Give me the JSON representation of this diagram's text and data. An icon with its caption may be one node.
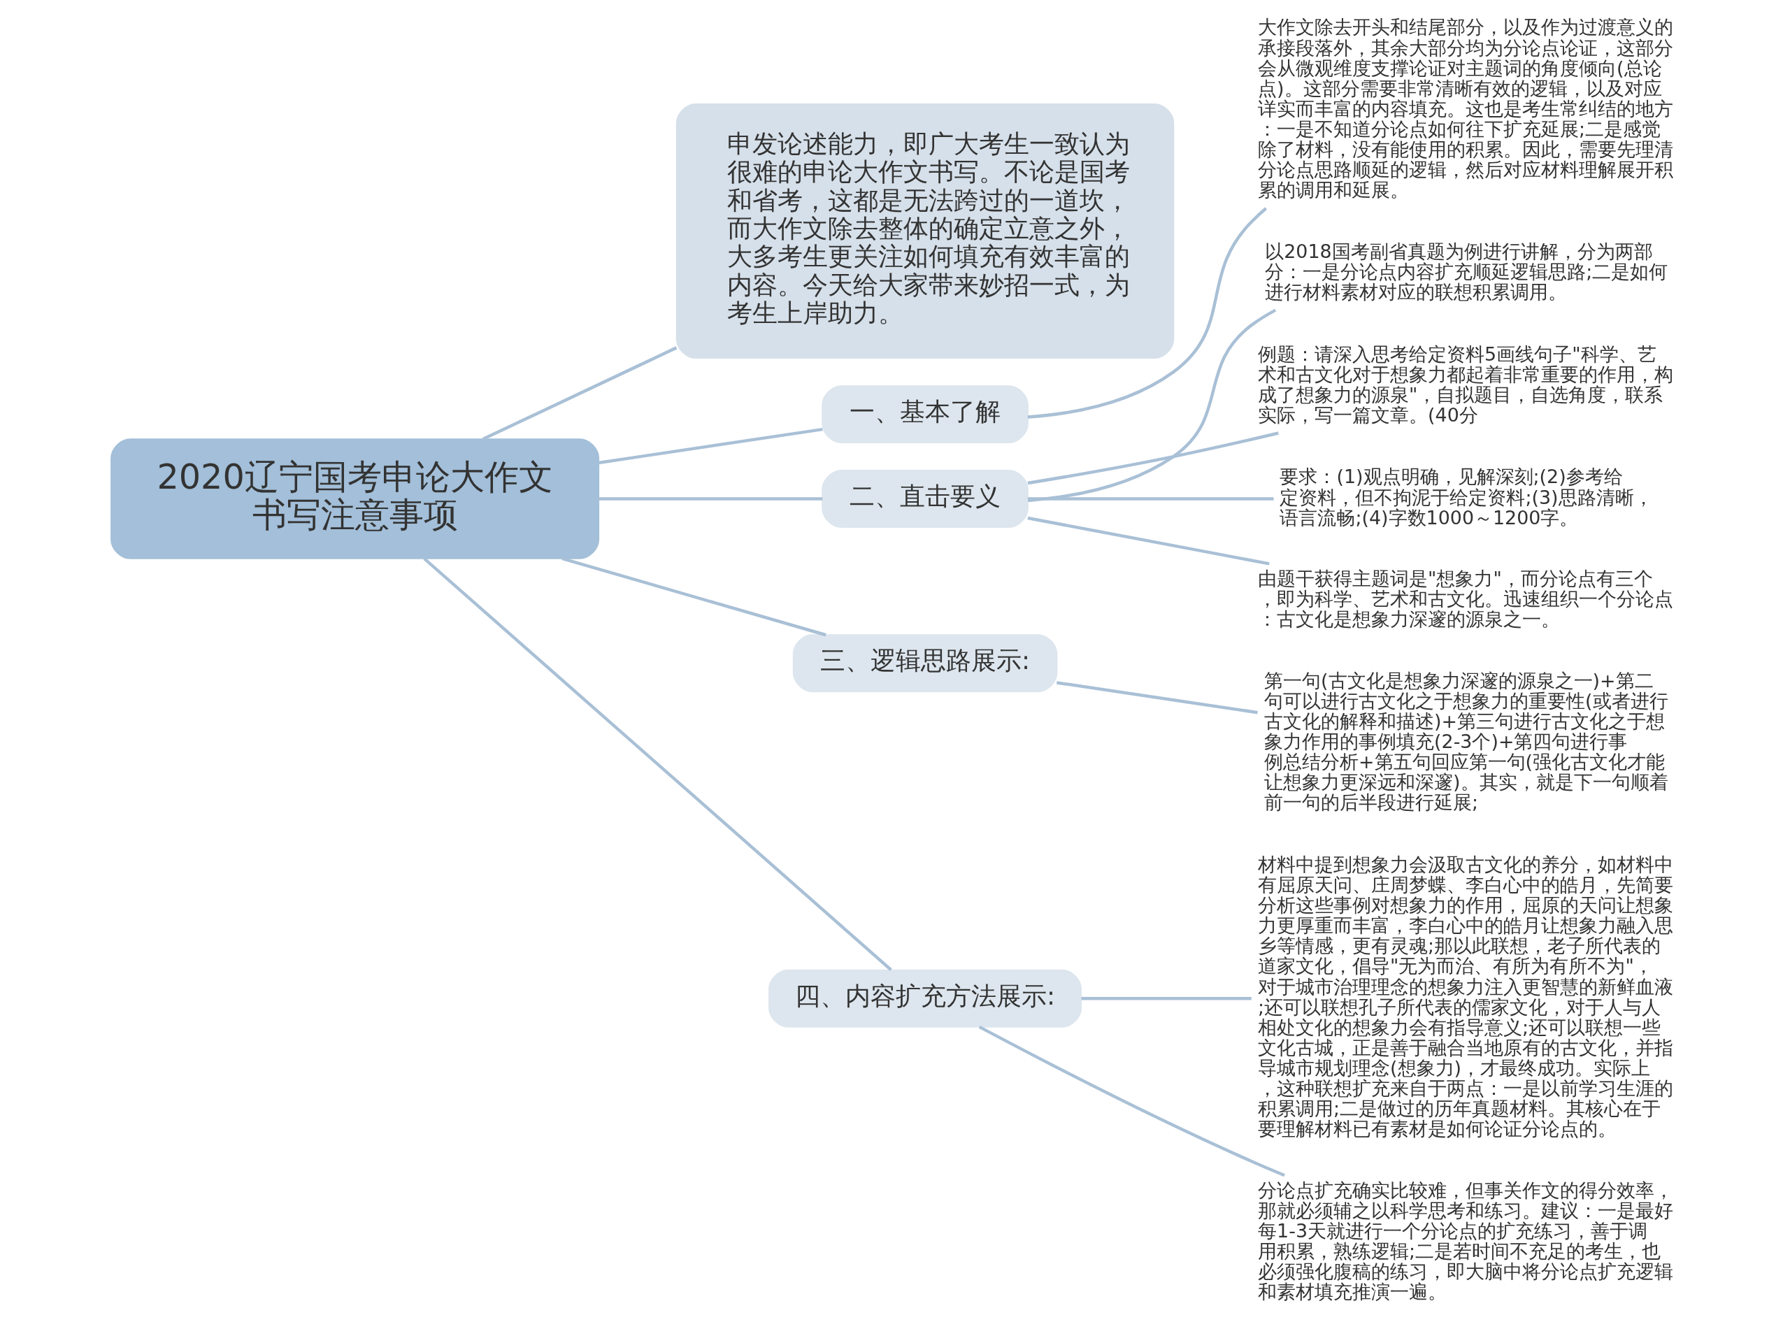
{
  "diagram": {
    "nodes": [
      {
        "text": [
          "2020辽宁国考申论大作文书写注意事项"
        ]
      },
      {
        "text": [
          "申发论述能力，即广大考生一致认为很难的申论大作文书写。不论是国考和省考，这都是无法跨过的一道坎，而大作文除去整体的确定立意之外，大多考生更关注如何填充有效丰富的内容。今天给大家带来妙招一式，为考生上岸助力。"
        ]
      },
      {
        "text": [
          "一、基本了解"
        ]
      },
      {
        "text": [
          "大作文除去开头和结尾部分，以及作为过渡意义的承接段落外，其余大部分均为分论点论证，这部分会从微观维度支撑论证对主题词的角度倾向(总论点)。这部分需要非常清晰有效的逻辑，以及对应详实而丰富的内容填充。这也是考生常纠结的地方：一是不知道分论点如何往下扩充延展;二是感觉除了材料，没有能使用的积累。因此，需要先理清分论点思路顺延的逻辑，然后对应材料理解展开积累的调用和延展。"
        ]
      },
      {
        "text": [
          "二、直击要义"
        ]
      },
      {
        "text": [
          "以2018国考副省真题为例进行讲解，分为两部分：一是分论点内容扩充顺延逻辑思路;二是如何进行材料素材对应的联想积累调用。"
        ]
      },
      {
        "text": [
          "例题：请深入思考给定资料5画线句子\"科学、艺术和古文化对于想象力都起着非常重要的作用，构成了想象力的源泉\"，自拟题目，自选角度，联系实际，写一篇文章。(40分"
        ]
      },
      {
        "text": [
          "要求：(1)观点明确，见解深刻;(2)参考给定资料，但不拘泥于给定资料;(3)思路清晰，语言流畅;(4)字数1000～1200字。"
        ]
      },
      {
        "text": [
          "由题干获得主题词是\"想象力\"，而分论点有三个，即为科学、艺术和古文化。迅速组织一个分论点：古文化是想象力深邃的源泉之一。"
        ]
      },
      {
        "text": [
          "三、逻辑思路展示:"
        ]
      },
      {
        "text": [
          "第一句(古文化是想象力深邃的源泉之一)+第二句可以进行古文化之于想象力的重要性(或者进行古文化的解释和描述)+第三句进行古文化之于想象力作用的事例填充(2-3个)+第四句进行事例总结分析+第五句回应第一句(强化古文化才能让想象力更深远和深邃)。其实，就是下一句顺着前一句的后半段进行延展;"
        ]
      },
      {
        "text": [
          "四、内容扩充方法展示:"
        ]
      },
      {
        "text": [
          "材料中提到想象力会汲取古文化的养分，如材料中有屈原天问、庄周梦蝶、李白心中的皓月，先简要分析这些事例对想象力的作用，屈原的天问让想象力更厚重而丰富，李白心中的皓月让想象力融入思乡等情感，更有灵魂;那以此联想，老子所代表的道家文化，倡导\"无为而治、有所为有所不为\"，对于城市治理理念的想象力注入更智慧的新鲜血液;还可以联想孔子所代表的儒家文化，对于人与人相处文化的想象力会有指导意义;还可以联想一些文化古城，正是善于融合当地原有的古文化，并指导城市规划理念(想象力)，才最终成功。实际上，这种联想扩充来自于两点：一是以前学习生涯的积累调用;二是做过的历年真题材料。其核心在于要理解材料已有素材是如何论证分论点的。"
        ]
      },
      {
        "text": [
          "分论点扩充确实比较难，但事关作文的得分效率，那就必须辅之以科学思考和练习。建议：一是最好每1-3天就进行一个分论点的扩充练习，善于调用积累，熟练逻辑;二是若时间不充足的考生，也必须强化腹稿的练习，即大脑中将分论点扩充逻辑和素材填充推演一遍。"
        ]
      }
    ],
    "edges": [
      {
        "from": 0,
        "to": 1,
        "arrow": "none"
      },
      {
        "from": 0,
        "to": 2,
        "arrow": "none"
      },
      {
        "from": 2,
        "to": 3,
        "arrow": "none"
      },
      {
        "from": 0,
        "to": 4,
        "arrow": "none"
      },
      {
        "from": 4,
        "to": 5,
        "arrow": "none"
      },
      {
        "from": 4,
        "to": 6,
        "arrow": "none"
      },
      {
        "from": 4,
        "to": 7,
        "arrow": "none"
      },
      {
        "from": 4,
        "to": 8,
        "arrow": "none"
      },
      {
        "from": 0,
        "to": 9,
        "arrow": "none"
      },
      {
        "from": 9,
        "to": 10,
        "arrow": "none"
      },
      {
        "from": 0,
        "to": 11,
        "arrow": "none"
      },
      {
        "from": 11,
        "to": 12,
        "arrow": "none"
      },
      {
        "from": 11,
        "to": 13,
        "arrow": "none"
      }
    ]
  }
}
